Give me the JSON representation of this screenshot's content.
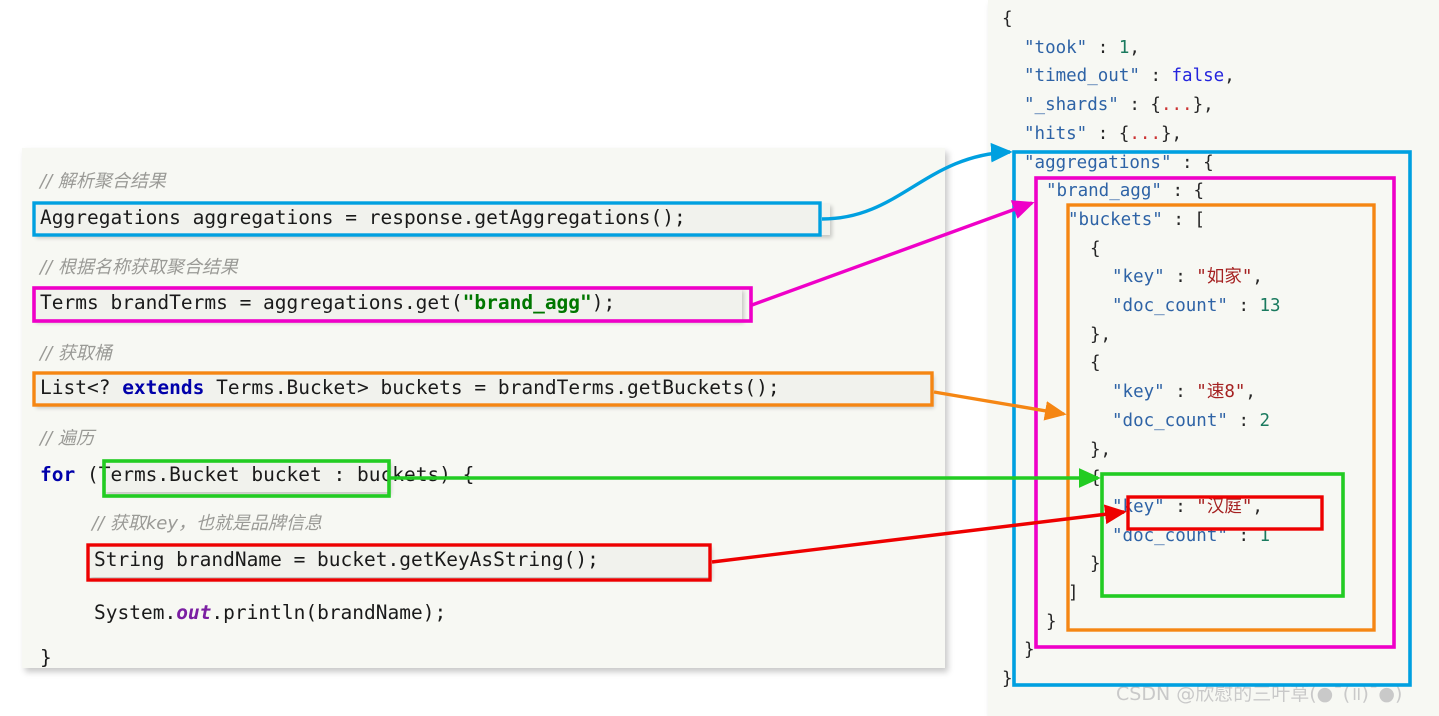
{
  "colors": {
    "cyan": "#00a0e0",
    "magenta": "#ef00c8",
    "orange": "#f58613",
    "green": "#22cc22",
    "red": "#ee0000",
    "panel_bg": "#f7f8f3",
    "page_bg": "#ffffff",
    "comment": "#9a9a96",
    "keyword": "#0000aa",
    "json_key": "#2e63a6",
    "json_number": "#1a7a5e",
    "json_boolean": "#2424dd",
    "json_string": "#a52121",
    "java_string": "#007700"
  },
  "code_panel": {
    "lines": [
      {
        "id": "c1",
        "kind": "comment",
        "text": "// 解析聚合结果"
      },
      {
        "id": "c2",
        "kind": "code",
        "text": "Aggregations aggregations = response.getAggregations();",
        "box": "cyan"
      },
      {
        "id": "c3",
        "kind": "comment",
        "text": "// 根据名称获取聚合结果"
      },
      {
        "id": "c4",
        "kind": "code",
        "text": "Terms brandTerms = aggregations.get(\"brand_agg\");",
        "box": "magenta",
        "string_literal": "\"brand_agg\""
      },
      {
        "id": "c5",
        "kind": "comment",
        "text": "// 获取桶"
      },
      {
        "id": "c6",
        "kind": "code",
        "text": "List<? extends Terms.Bucket> buckets = brandTerms.getBuckets();",
        "box": "orange",
        "keyword": "extends"
      },
      {
        "id": "c7",
        "kind": "comment",
        "text": "// 遍历"
      },
      {
        "id": "c8",
        "kind": "code",
        "text": "for (Terms.Bucket bucket : buckets) {",
        "box": "green",
        "keyword": "for",
        "boxed_fragment": "Terms.Bucket bucket"
      },
      {
        "id": "c9",
        "kind": "comment",
        "text": "// 获取key，也就是品牌信息"
      },
      {
        "id": "c10",
        "kind": "code",
        "text": "String brandName = bucket.getKeyAsString();",
        "box": "red"
      },
      {
        "id": "c11",
        "kind": "code",
        "text": "System.out.println(brandName);",
        "field": "out"
      },
      {
        "id": "c12",
        "kind": "code",
        "text": "}"
      }
    ]
  },
  "json_panel": {
    "lines": [
      {
        "id": "j1",
        "indent": 0,
        "tokens": [
          {
            "t": "{",
            "c": "jpunc"
          }
        ]
      },
      {
        "id": "j2",
        "indent": 1,
        "tokens": [
          {
            "t": "\"took\"",
            "c": "jkey"
          },
          {
            "t": " : ",
            "c": "jpunc"
          },
          {
            "t": "1",
            "c": "jnum"
          },
          {
            "t": ",",
            "c": "jpunc"
          }
        ]
      },
      {
        "id": "j3",
        "indent": 1,
        "tokens": [
          {
            "t": "\"timed_out\"",
            "c": "jkey"
          },
          {
            "t": " : ",
            "c": "jpunc"
          },
          {
            "t": "false",
            "c": "jbool"
          },
          {
            "t": ",",
            "c": "jpunc"
          }
        ]
      },
      {
        "id": "j4",
        "indent": 1,
        "tokens": [
          {
            "t": "\"_shards\"",
            "c": "jkey"
          },
          {
            "t": " : {",
            "c": "jpunc"
          },
          {
            "t": "...",
            "c": "jdots"
          },
          {
            "t": "},",
            "c": "jpunc"
          }
        ]
      },
      {
        "id": "j5",
        "indent": 1,
        "tokens": [
          {
            "t": "\"hits\"",
            "c": "jkey"
          },
          {
            "t": " : {",
            "c": "jpunc"
          },
          {
            "t": "...",
            "c": "jdots"
          },
          {
            "t": "},",
            "c": "jpunc"
          }
        ]
      },
      {
        "id": "j6",
        "indent": 1,
        "tokens": [
          {
            "t": "\"aggregations\"",
            "c": "jkey"
          },
          {
            "t": " : {",
            "c": "jpunc"
          }
        ]
      },
      {
        "id": "j7",
        "indent": 2,
        "tokens": [
          {
            "t": "\"brand_agg\"",
            "c": "jkey"
          },
          {
            "t": " : {",
            "c": "jpunc"
          }
        ]
      },
      {
        "id": "j8",
        "indent": 3,
        "tokens": [
          {
            "t": "\"buckets\"",
            "c": "jkey"
          },
          {
            "t": " : [",
            "c": "jpunc"
          }
        ]
      },
      {
        "id": "j9",
        "indent": 4,
        "tokens": [
          {
            "t": "{",
            "c": "jpunc"
          }
        ]
      },
      {
        "id": "j10",
        "indent": 5,
        "tokens": [
          {
            "t": "\"key\"",
            "c": "jkey"
          },
          {
            "t": " : ",
            "c": "jpunc"
          },
          {
            "t": "\"如家\"",
            "c": "jstr"
          },
          {
            "t": ",",
            "c": "jpunc"
          }
        ]
      },
      {
        "id": "j11",
        "indent": 5,
        "tokens": [
          {
            "t": "\"doc_count\"",
            "c": "jkey"
          },
          {
            "t": " : ",
            "c": "jpunc"
          },
          {
            "t": "13",
            "c": "jnum"
          }
        ]
      },
      {
        "id": "j12",
        "indent": 4,
        "tokens": [
          {
            "t": "},",
            "c": "jpunc"
          }
        ]
      },
      {
        "id": "j13",
        "indent": 4,
        "tokens": [
          {
            "t": "{",
            "c": "jpunc"
          }
        ]
      },
      {
        "id": "j14",
        "indent": 5,
        "tokens": [
          {
            "t": "\"key\"",
            "c": "jkey"
          },
          {
            "t": " : ",
            "c": "jpunc"
          },
          {
            "t": "\"速8\"",
            "c": "jstr"
          },
          {
            "t": ",",
            "c": "jpunc"
          }
        ]
      },
      {
        "id": "j15",
        "indent": 5,
        "tokens": [
          {
            "t": "\"doc_count\"",
            "c": "jkey"
          },
          {
            "t": " : ",
            "c": "jpunc"
          },
          {
            "t": "2",
            "c": "jnum"
          }
        ]
      },
      {
        "id": "j16",
        "indent": 4,
        "tokens": [
          {
            "t": "},",
            "c": "jpunc"
          }
        ]
      },
      {
        "id": "j17",
        "indent": 4,
        "tokens": [
          {
            "t": "{",
            "c": "jpunc"
          }
        ]
      },
      {
        "id": "j18",
        "indent": 5,
        "tokens": [
          {
            "t": "\"key\"",
            "c": "jkey"
          },
          {
            "t": " : ",
            "c": "jpunc"
          },
          {
            "t": "\"汉庭\"",
            "c": "jstr"
          },
          {
            "t": ",",
            "c": "jpunc"
          }
        ]
      },
      {
        "id": "j19",
        "indent": 5,
        "tokens": [
          {
            "t": "\"doc_count\"",
            "c": "jkey"
          },
          {
            "t": " : ",
            "c": "jpunc"
          },
          {
            "t": "1",
            "c": "jnum"
          }
        ]
      },
      {
        "id": "j20",
        "indent": 4,
        "tokens": [
          {
            "t": "}",
            "c": "jpunc"
          }
        ]
      },
      {
        "id": "j21",
        "indent": 3,
        "tokens": [
          {
            "t": "]",
            "c": "jpunc"
          }
        ]
      },
      {
        "id": "j22",
        "indent": 2,
        "tokens": [
          {
            "t": "}",
            "c": "jpunc"
          }
        ]
      },
      {
        "id": "j23",
        "indent": 1,
        "tokens": [
          {
            "t": "}",
            "c": "jpunc"
          }
        ]
      },
      {
        "id": "j24",
        "indent": 0,
        "tokens": [
          {
            "t": "}",
            "c": "jpunc"
          }
        ]
      }
    ]
  },
  "watermark": {
    "text": "CSDN @欣慰的三叶草(●ˉ(॥)ˉ●)"
  },
  "annotations": {
    "cyan": {
      "from": "Aggregations aggregations = response.getAggregations();",
      "to": "\"aggregations\" : {"
    },
    "magenta": {
      "from": "Terms brandTerms = aggregations.get(\"brand_agg\");",
      "to": "\"brand_agg\" : {"
    },
    "orange": {
      "from": "List<? extends Terms.Bucket> buckets = brandTerms.getBuckets();",
      "to": "\"buckets\" : ["
    },
    "green": {
      "from": "Terms.Bucket bucket",
      "to": "bucket object"
    },
    "red": {
      "from": "String brandName = bucket.getKeyAsString();",
      "to": "\"key\" : \"汉庭\","
    }
  }
}
